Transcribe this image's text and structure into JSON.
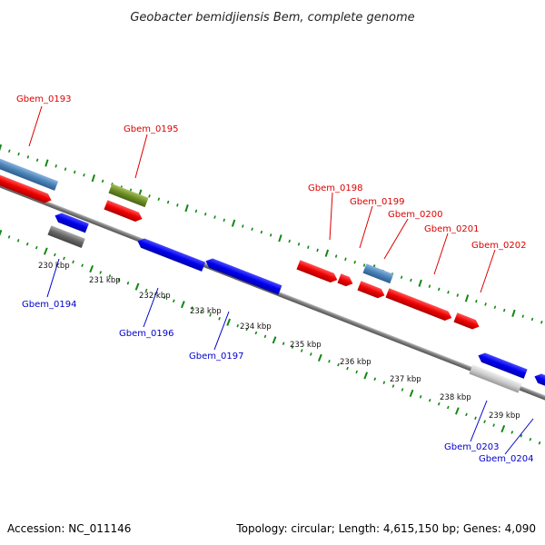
{
  "title": "Geobacter bemidjiensis Bem, complete genome",
  "footer": {
    "accession": "Accession: NC_011146",
    "topology": "Topology: circular; Length: 4,615,150 bp; Genes: 4,090"
  },
  "colors": {
    "forward_gene": "#ee0000",
    "reverse_gene": "#0000ee",
    "forward_label": "#dd0000",
    "reverse_label": "#0000cc",
    "tick_green": "#118811",
    "backbone": "#777777"
  },
  "kbp_labels": [
    "230 kbp",
    "231 kbp",
    "232 kbp",
    "233 kbp",
    "234 kbp",
    "235 kbp",
    "236 kbp",
    "237 kbp",
    "238 kbp",
    "239 kbp"
  ],
  "forward_labels": [
    "Gbem_0193",
    "Gbem_0195",
    "Gbem_0198",
    "Gbem_0199",
    "Gbem_0200",
    "Gbem_0201",
    "Gbem_0202"
  ],
  "reverse_labels": [
    "Gbem_0194",
    "Gbem_0196",
    "Gbem_0197",
    "Gbem_0203",
    "Gbem_0204"
  ]
}
